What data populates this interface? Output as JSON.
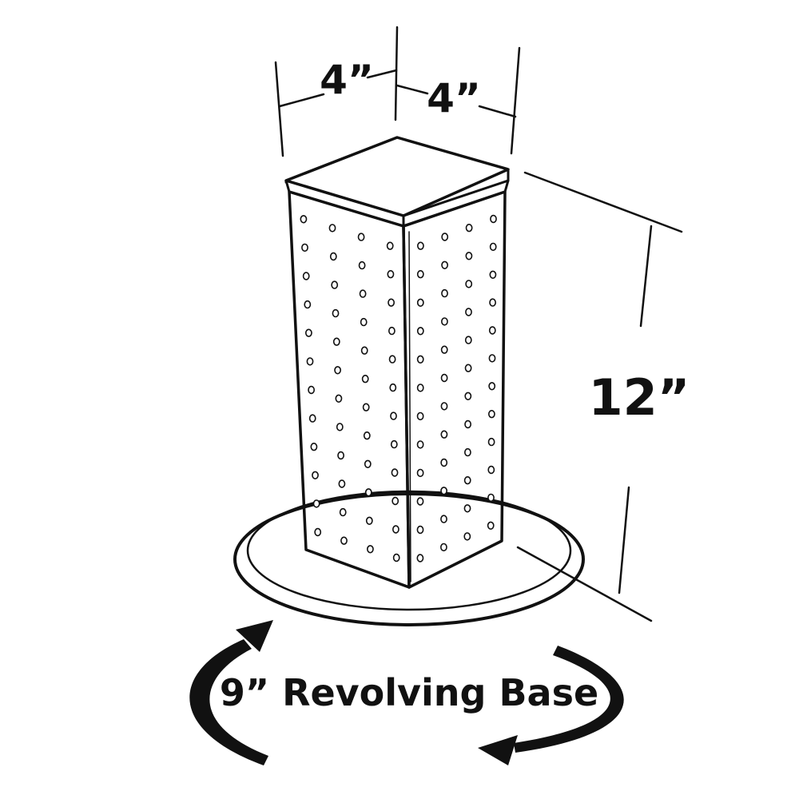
{
  "dimensions": {
    "width_left": "4”",
    "width_right": "4”",
    "height": "12”"
  },
  "caption": "9” Revolving Base",
  "colors": {
    "ink": "#111111",
    "background": "#ffffff"
  }
}
